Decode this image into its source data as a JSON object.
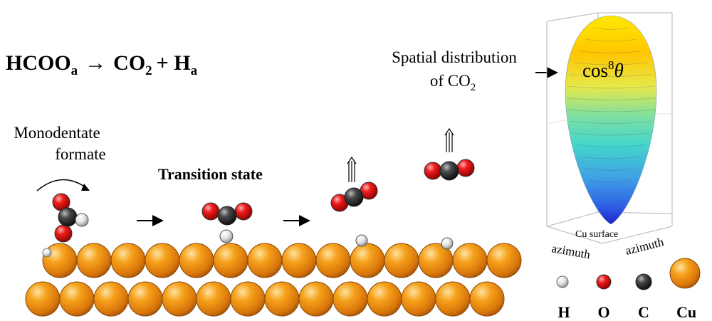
{
  "equation": {
    "hcoo": "HCOO",
    "sub_a1": "a",
    "arrow": "→",
    "co": "CO",
    "sub_2": "2",
    "plus": "+ H",
    "sub_a2": "a"
  },
  "labels": {
    "monodentate_line1": "Monodentate",
    "monodentate_line2": "formate",
    "transition_state": "Transition state",
    "spatial_line1": "Spatial distribution",
    "spatial_line2_prefix": "of CO",
    "spatial_line2_sub": "2"
  },
  "plot": {
    "cos_base": "cos",
    "cos_exp": "8",
    "theta": "θ",
    "surface_label": "Cu surface",
    "azimuth_left": "azimuth",
    "azimuth_right": "azimuth"
  },
  "legend": [
    {
      "symbol": "H",
      "atom": "hydrogen"
    },
    {
      "symbol": "O",
      "atom": "oxygen"
    },
    {
      "symbol": "C",
      "atom": "carbon"
    },
    {
      "symbol": "Cu",
      "atom": "copper"
    }
  ],
  "colors": {
    "copper": "#f39c12",
    "oxygen": "#e01010",
    "carbon": "#2a2a2a",
    "hydrogen": "#d8d8d8"
  }
}
